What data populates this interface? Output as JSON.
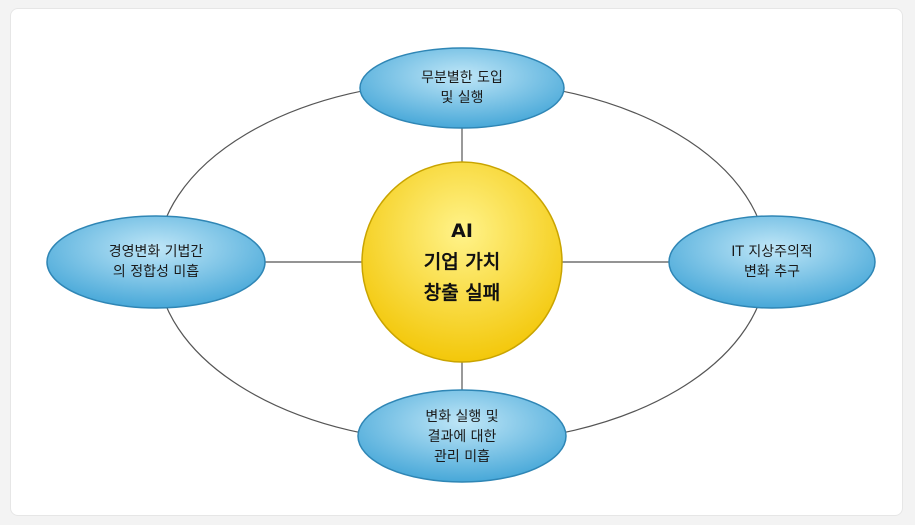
{
  "diagram": {
    "center": {
      "lines": [
        "AI",
        "기업 가치",
        "창출 실패"
      ],
      "fill_light": "#fff38a",
      "fill_dark": "#f2c400",
      "stroke": "#c9a400"
    },
    "nodes": {
      "top": {
        "lines": [
          "무분별한 도입",
          "및 실행"
        ]
      },
      "left": {
        "lines": [
          "경영변화 기법간",
          "의 정합성 미흡"
        ]
      },
      "right": {
        "lines": [
          "IT 지상주의적",
          "변화 추구"
        ]
      },
      "bottom": {
        "lines": [
          "변화 실행 및",
          "결과에 대한",
          "관리 미흡"
        ]
      }
    },
    "colors": {
      "node_light": "#bfe6f7",
      "node_dark": "#3ea3d6",
      "node_stroke": "#2f86b5",
      "connector": "#555555"
    }
  }
}
